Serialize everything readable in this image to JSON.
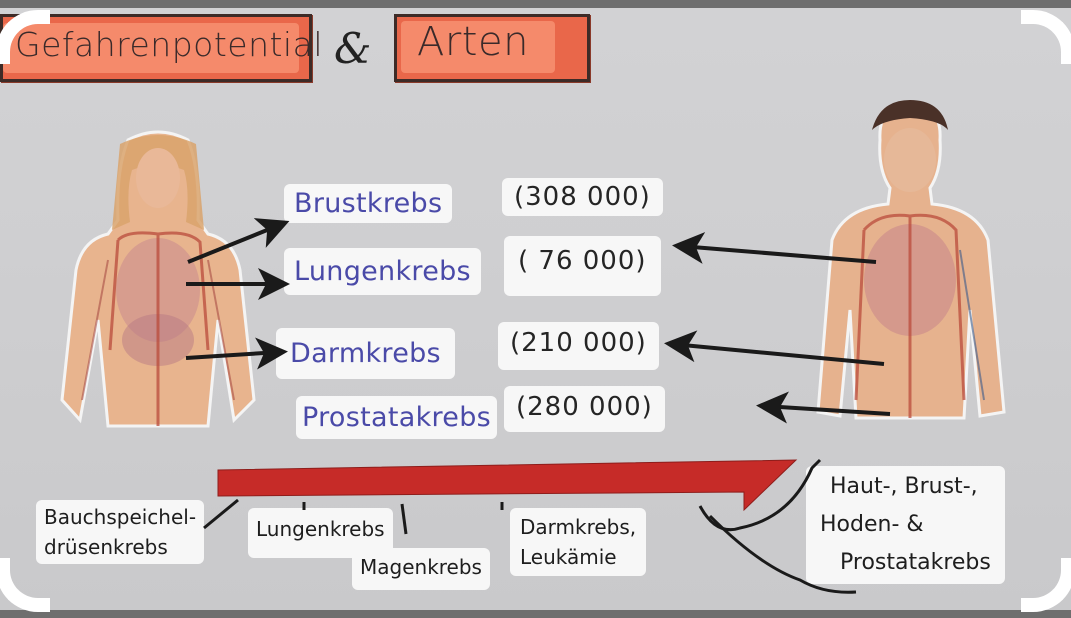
{
  "title": {
    "left_card": "Gefahrenpotential",
    "connector": "&",
    "right_card": "Arten"
  },
  "colors": {
    "title_card": "#f58a6b",
    "title_border": "#3d2b27",
    "cancer_label": "#4a4aa8",
    "severity_arrow": "#c62b28",
    "board": "#cfcfd1"
  },
  "figures": {
    "female": "female-anatomy-figure",
    "male": "male-anatomy-figure"
  },
  "cancer_types": [
    {
      "name": "Brustkrebs",
      "count": "(308 000)",
      "affects": "female"
    },
    {
      "name": "Lungenkrebs",
      "count": "( 76 000)",
      "affects": "both"
    },
    {
      "name": "Darmkrebs",
      "count": "(210 000)",
      "affects": "both"
    },
    {
      "name": "Prostatakrebs",
      "count": "(280 000)",
      "affects": "male"
    }
  ],
  "severity_scale": {
    "direction": "decreasing danger left to right",
    "labels": [
      {
        "lines": [
          "Bauchspeichel-",
          "drüsenkrebs"
        ]
      },
      {
        "lines": [
          "Lungenkrebs"
        ]
      },
      {
        "lines": [
          "Magenkrebs"
        ]
      },
      {
        "lines": [
          "Darmkrebs,",
          "Leukämie"
        ]
      },
      {
        "lines": [
          "Haut-, Brust-,",
          "Hoden- &",
          "Prostatakrebs"
        ]
      }
    ]
  }
}
